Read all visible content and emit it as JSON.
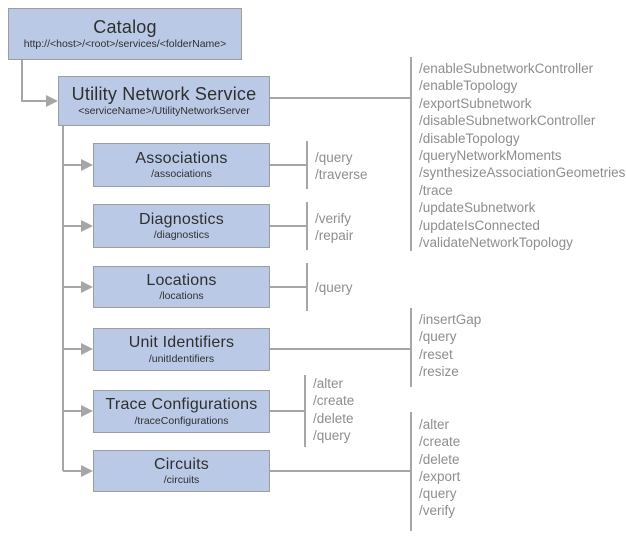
{
  "colors": {
    "box_fill": "#b9c9e6",
    "box_border": "#9d9d9d",
    "connector": "#a6a6a6",
    "title_text": "#2f2f2f",
    "operations_text": "#8e8e8e"
  },
  "catalog": {
    "title": "Catalog",
    "subtitle": "http://<host>/<root>/services/<folderName>"
  },
  "service": {
    "title": "Utility Network Service",
    "subtitle": "<serviceName>/UtilityNetworkServer",
    "operations": [
      "/enableSubnetworkController",
      "/enableTopology",
      "/exportSubnetwork",
      "/disableSubnetworkController",
      "/disableTopology",
      "/queryNetworkMoments",
      "/synthesizeAssociationGeometries",
      "/trace",
      "/updateSubnetwork",
      "/updateIsConnected",
      "/validateNetworkTopology"
    ]
  },
  "children": [
    {
      "title": "Associations",
      "path": "/associations",
      "operations": [
        "/query",
        "/traverse"
      ]
    },
    {
      "title": "Diagnostics",
      "path": "/diagnostics",
      "operations": [
        "/verify",
        "/repair"
      ]
    },
    {
      "title": "Locations",
      "path": "/locations",
      "operations": [
        "/query"
      ]
    },
    {
      "title": "Unit Identifiers",
      "path": "/unitIdentifiers",
      "operations": [
        "/insertGap",
        "/query",
        "/reset",
        "/resize"
      ]
    },
    {
      "title": "Trace Configurations",
      "path": "/traceConfigurations",
      "operations": [
        "/alter",
        "/create",
        "/delete",
        "/query"
      ]
    },
    {
      "title": "Circuits",
      "path": "/circuits",
      "operations": [
        "/alter",
        "/create",
        "/delete",
        "/export",
        "/query",
        "/verify"
      ]
    }
  ]
}
